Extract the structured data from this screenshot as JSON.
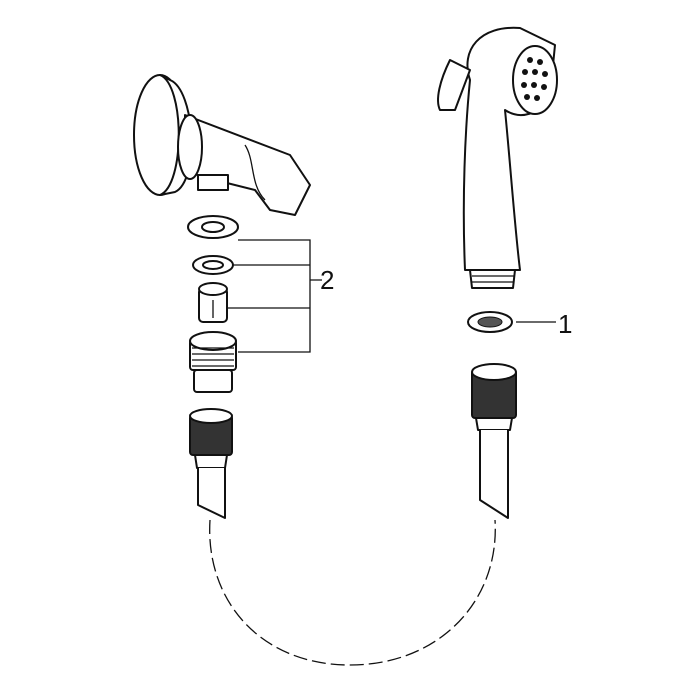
{
  "callouts": [
    {
      "id": "1",
      "text": "1"
    },
    {
      "id": "2",
      "text": "2"
    }
  ],
  "colors": {
    "line": "#111111",
    "background": "#ffffff"
  }
}
